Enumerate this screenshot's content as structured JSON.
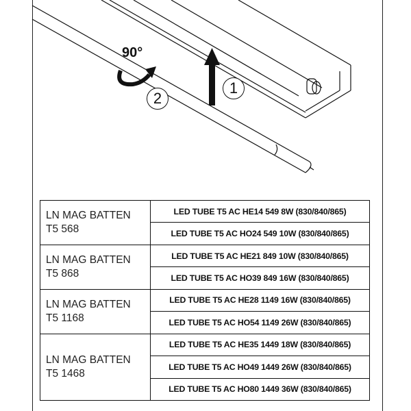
{
  "illustration": {
    "rotation_label": "90°",
    "steps": [
      {
        "number": "1",
        "action": "arrow-up"
      },
      {
        "number": "2",
        "action": "rotate"
      }
    ]
  },
  "table": {
    "groups": [
      {
        "fixture_line1": "LN MAG BATTEN",
        "fixture_line2": "T5 568",
        "tubes": [
          "LED TUBE T5 AC HE14 549 8W (830/840/865)",
          "LED TUBE T5 AC HO24 549 10W (830/840/865)"
        ]
      },
      {
        "fixture_line1": "LN MAG BATTEN",
        "fixture_line2": "T5 868",
        "tubes": [
          "LED TUBE T5 AC HE21 849 10W (830/840/865)",
          "LED TUBE T5 AC HO39 849 16W (830/840/865)"
        ]
      },
      {
        "fixture_line1": "LN MAG BATTEN",
        "fixture_line2": "T5 1168",
        "tubes": [
          "LED TUBE T5 AC HE28 1149 16W (830/840/865)",
          "LED TUBE T5 AC HO54 1149 26W (830/840/865)"
        ]
      },
      {
        "fixture_line1": "LN MAG BATTEN",
        "fixture_line2": "T5 1468",
        "tubes": [
          "LED TUBE T5 AC HE35 1449 18W (830/840/865)",
          "LED TUBE T5 AC HO49 1449 26W (830/840/865)",
          "LED TUBE T5 AC HO80 1449 36W (830/840/865)"
        ]
      }
    ]
  }
}
